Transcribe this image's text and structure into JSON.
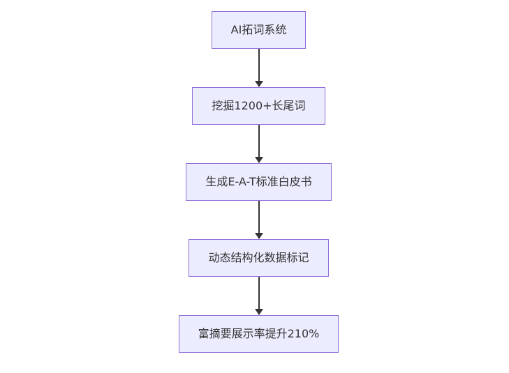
{
  "diagram": {
    "type": "flowchart",
    "direction": "top-down",
    "nodes": [
      {
        "id": "n1",
        "label": "AI拓词系统"
      },
      {
        "id": "n2",
        "label": "挖掘1200+长尾词"
      },
      {
        "id": "n3",
        "label": "生成E-A-T标准白皮书"
      },
      {
        "id": "n4",
        "label": "动态结构化数据标记"
      },
      {
        "id": "n5",
        "label": "富摘要展示率提升210%"
      }
    ],
    "edges": [
      {
        "from": "n1",
        "to": "n2"
      },
      {
        "from": "n2",
        "to": "n3"
      },
      {
        "from": "n3",
        "to": "n4"
      },
      {
        "from": "n4",
        "to": "n5"
      }
    ],
    "colors": {
      "node_fill": "#ECECFF",
      "node_border": "#9370DB",
      "text": "#333333",
      "arrow": "#333333",
      "background": "#FFFFFF"
    }
  }
}
